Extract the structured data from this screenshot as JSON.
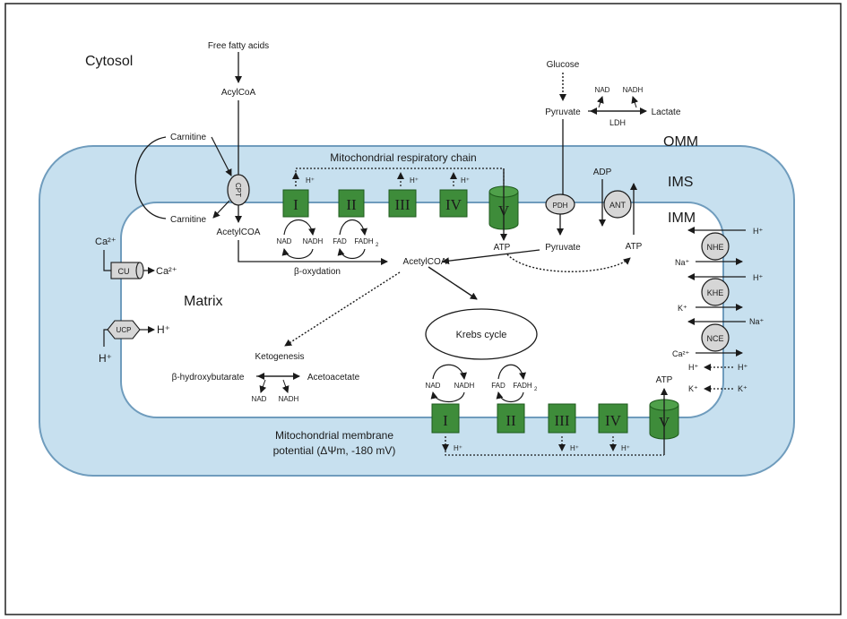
{
  "regions": {
    "cytosol": "Cytosol",
    "matrix": "Matrix",
    "omm": "OMM",
    "ims": "IMS",
    "imm": "IMM"
  },
  "labels": {
    "free_fatty_acids": "Free fatty acids",
    "acylcoa": "AcylCoA",
    "carnitine_top": "Carnitine",
    "carnitine_bottom": "Carnitine",
    "cpt": "CPT",
    "acetylcoa_left": "AcetylCOA",
    "nad_1": "NAD",
    "nadh_1": "NADH",
    "fad_1": "FAD",
    "fadh2_1": "FADH",
    "sub2": "2",
    "beta_oxydation": "β-oxydation",
    "acetylcoa_center": "AcetylCOA",
    "resp_chain_title": "Mitochondrial respiratory chain",
    "h_plus": "H⁺",
    "glucose": "Glucose",
    "pyruvate_cyto": "Pyruvate",
    "lactate": "Lactate",
    "nad_ldh": "NAD",
    "nadh_ldh": "NADH",
    "ldh": "LDH",
    "pdh": "PDH",
    "pyruvate_matrix": "Pyruvate",
    "atp_complex5": "ATP",
    "adp": "ADP",
    "ant": "ANT",
    "atp_ant": "ATP",
    "krebs": "Krebs cycle",
    "ketogenesis": "Ketogenesis",
    "beta_hydroxybutarate": "β-hydroxybutarate",
    "acetoacetate": "Acetoacetate",
    "nad_keto": "NAD",
    "nadh_keto": "NADH",
    "nad_2": "NAD",
    "nadh_2": "NADH",
    "fad_2": "FAD",
    "fadh2_2": "FADH",
    "atp_bottom": "ATP",
    "membrane_potential_1": "Mitochondrial membrane",
    "membrane_potential_2": "potential (ΔΨm, -180 mV)",
    "cu": "CU",
    "ca2_top": "Ca²⁺",
    "ca2_out": "Ca²⁺",
    "ucp": "UCP",
    "ucp_h_out": "H⁺",
    "ucp_h_in": "H⁺",
    "nhe": "NHE",
    "khe": "KHE",
    "nce": "NCE",
    "nhe_h": "H⁺",
    "nhe_na": "Na⁺",
    "khe_h": "H⁺",
    "khe_k": "K⁺",
    "nce_na": "Na⁺",
    "nce_ca": "Ca²⁺",
    "leak_h_out": "H⁺",
    "leak_h_in": "H⁺",
    "leak_k_out": "K⁺",
    "leak_k_in": "K⁺"
  },
  "complexes_top": [
    "I",
    "II",
    "III",
    "IV",
    "V"
  ],
  "complexes_bottom": [
    "I",
    "II",
    "III",
    "IV",
    "V"
  ],
  "colors": {
    "ims_fill": "#c7e0ef",
    "membrane_stroke": "#6f9cbd",
    "complex_fill": "#3e8c3a",
    "complex_stroke": "#1e5a1c",
    "transporter_fill": "#d6d6d6"
  }
}
